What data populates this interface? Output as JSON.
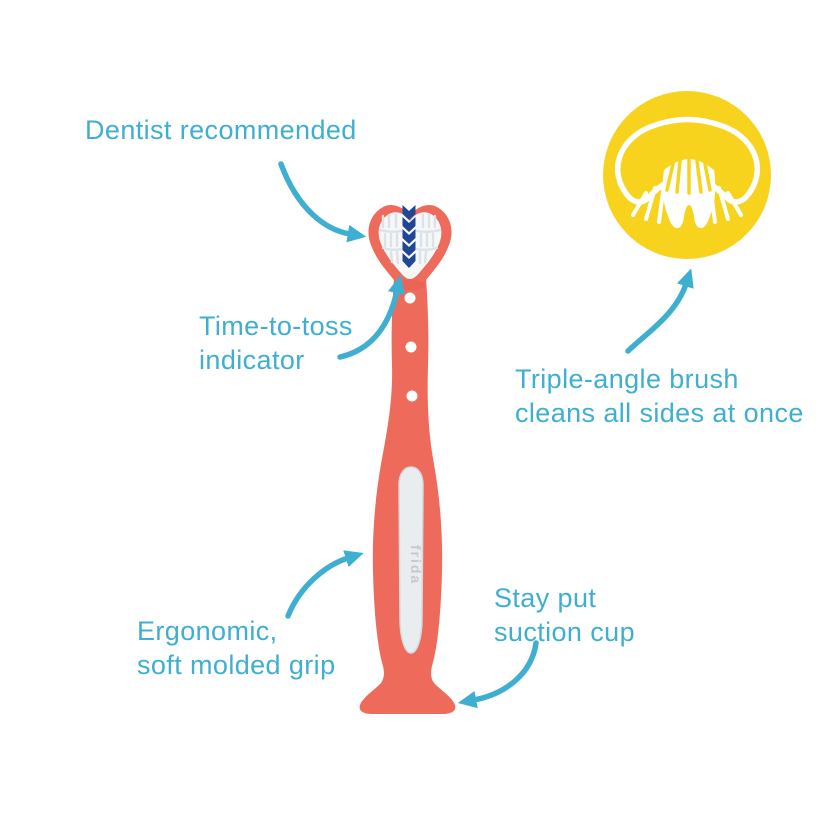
{
  "page": {
    "type": "product-feature-infographic",
    "background": "#FFFFFF"
  },
  "colors": {
    "accent_cyan": "#3FAFD1",
    "coral": "#EE6A5B",
    "coral_shadow": "#E05A4C",
    "yellow": "#F7D31E",
    "navy": "#1F4795",
    "grip_gray": "#E9EDEF",
    "grip_border": "#D3DADE",
    "brand_text": "#C2CAD1",
    "bristle_line": "#DCE2E7",
    "bg": "#FFFFFF"
  },
  "product": {
    "name": "triple-angle training toothbrush",
    "brand_on_grip": "frida"
  },
  "labels": {
    "dentist": {
      "line1": "Dentist recommended"
    },
    "time_to_toss": {
      "line1": "Time-to-toss",
      "line2": "indicator"
    },
    "triple_angle": {
      "line1": "Triple-angle brush",
      "line2": "cleans all sides at once"
    },
    "ergonomic": {
      "line1": "Ergonomic,",
      "line2": "soft molded grip"
    },
    "stay_put": {
      "line1": "Stay put",
      "line2": "suction cup"
    }
  },
  "icons": [
    {
      "name": "tooth-brush-badge-icon",
      "meaning": "triple-angle brush cleaning a tooth",
      "badge_color": "#F7D31E"
    },
    {
      "name": "curved-arrow-icon",
      "count": 5,
      "color": "#3FAFD1"
    }
  ]
}
